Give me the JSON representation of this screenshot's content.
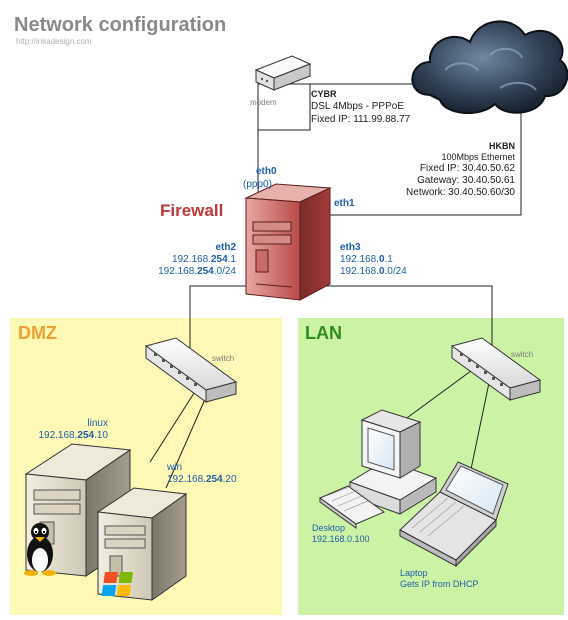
{
  "header": {
    "title": "Network configuration",
    "subtitle": "http://inkadesign.com"
  },
  "firewall": {
    "title": "Firewall",
    "eth0": "eth0",
    "eth0_sub": "(ppp0)",
    "eth1": "eth1",
    "eth2": "eth2",
    "eth2_ip": [
      "192.168.",
      "254",
      ".1"
    ],
    "eth2_net": [
      "192.168.",
      "254",
      ".0/24"
    ],
    "eth3": "eth3",
    "eth3_ip": [
      "192.168.",
      "0",
      ".1"
    ],
    "eth3_net": [
      "192.168.",
      "0",
      ".0/24"
    ]
  },
  "modem": {
    "label": "modem"
  },
  "cybr": {
    "name": "CYBR",
    "line1": "DSL 4Mbps - PPPoE",
    "line2": "Fixed IP: 111.99.88.77"
  },
  "hkbn": {
    "name": "HKBN",
    "line1": "100Mbps Ethernet",
    "line2": "Fixed IP: 30.40.50.62",
    "line3": "Gateway: 30.40.50.61",
    "line4": "Network: 30.40.50.60/30"
  },
  "dmz": {
    "title": "DMZ",
    "switch_label": "switch",
    "linux_name": "linux",
    "linux_ip": [
      "192.168.",
      "254",
      ".10"
    ],
    "win_name": "win",
    "win_ip": [
      "192.168.",
      "254",
      ".20"
    ]
  },
  "lan": {
    "title": "LAN",
    "switch_label": "switch",
    "desktop_name": "Desktop",
    "desktop_ip": "192.168.0.100",
    "laptop_name": "Laptop",
    "laptop_note": "Gets IP from DHCP"
  },
  "colors": {
    "dmz_bg": "#fff9b8",
    "lan_bg": "#ccf2a6",
    "dmz_title": "#f0a030",
    "lan_title": "#2e8b1e",
    "firewall_red": "#c0363a",
    "link_blue": "#1f5fa8"
  }
}
